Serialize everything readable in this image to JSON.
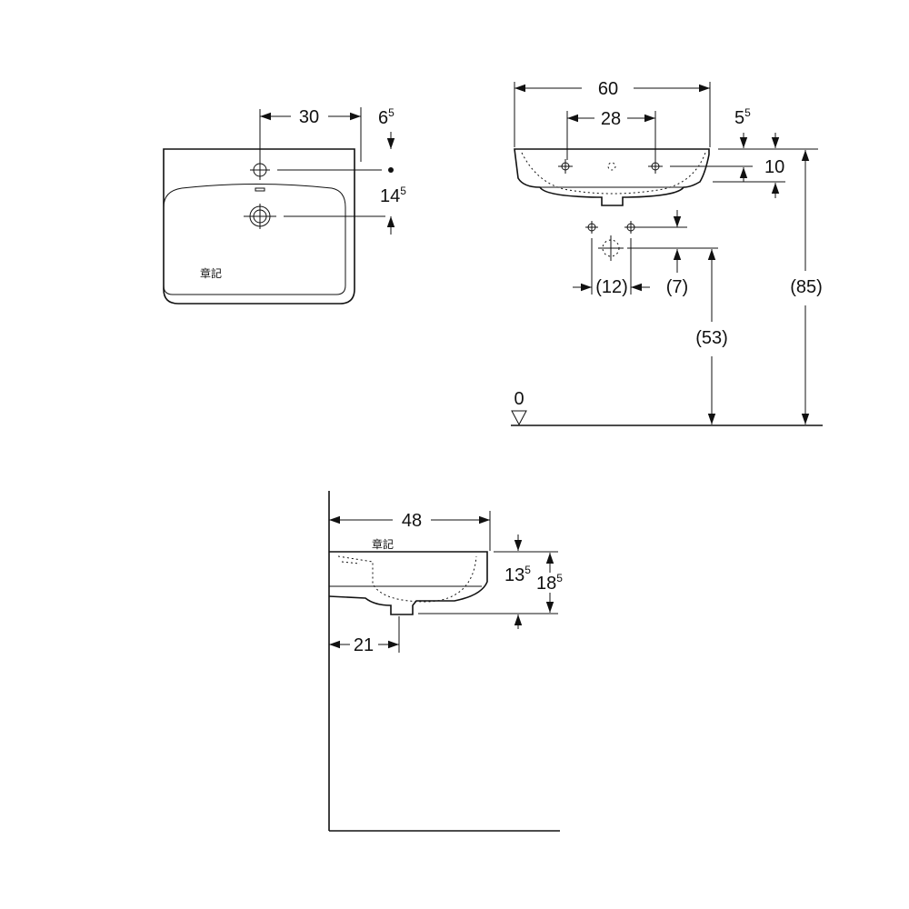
{
  "top_view": {
    "dim_tap_offset": "30",
    "dim_top_gap": {
      "main": "6",
      "sup": "5"
    },
    "dim_overflow": {
      "main": "14",
      "sup": "5"
    },
    "logo_mark": "章記"
  },
  "front_view": {
    "dim_width": "60",
    "dim_tap_spacing": "28",
    "dim_rim_gap": {
      "main": "5",
      "sup": "5"
    },
    "dim_depth": "10",
    "dim_waste_spacing": "(12)",
    "dim_waste_offset": "(7)",
    "dim_waste_height": "(53)",
    "dim_total_height": "(85)",
    "floor_label": "0"
  },
  "side_view": {
    "dim_projection": "48",
    "logo_mark": "章記",
    "dim_bowl_depth": {
      "main": "13",
      "sup": "5"
    },
    "dim_total_depth": {
      "main": "18",
      "sup": "5"
    },
    "dim_waste_distance": "21"
  }
}
